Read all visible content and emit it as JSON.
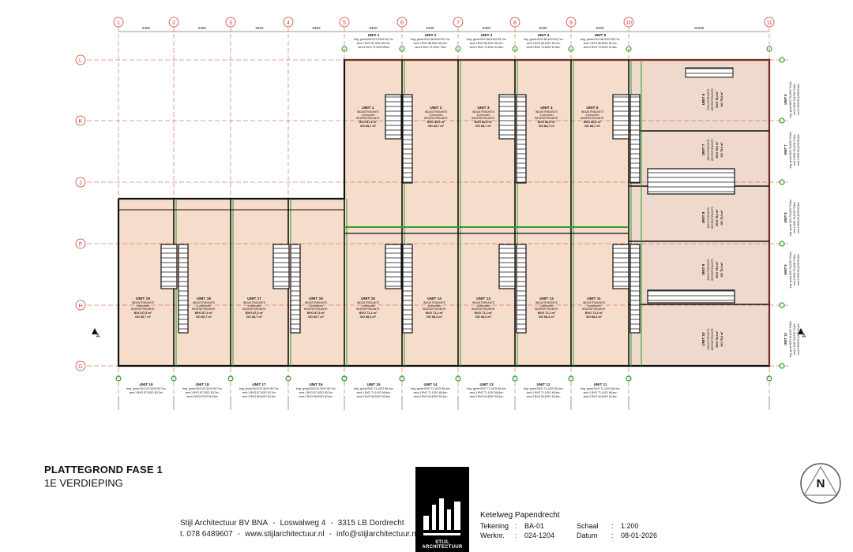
{
  "grid": {
    "columns": [
      "1",
      "2",
      "3",
      "4",
      "5",
      "6",
      "7",
      "8",
      "9",
      "10",
      "11"
    ],
    "rows": [
      "L",
      "K",
      "J",
      "F",
      "H",
      "G"
    ],
    "spacings": [
      "5400",
      "5400",
      "5400",
      "5400",
      "5400",
      "5400",
      "5400",
      "5400",
      "5400",
      "15400"
    ],
    "section_marker": "A"
  },
  "top_units": [
    {
      "name": "UNIT 1",
      "l1": "beg. grond BVO 87,3/GO 83,7m²",
      "l2": "verd.1 BVO 87,3/GO 83,7m²",
      "l3": "verd.2 BVO 72,2/GO 69m²"
    },
    {
      "name": "UNIT 2",
      "l1": "beg. grond BVO 86,9/GO 83,7m²",
      "l2": "verd.1 BVO 86,9/GO 83,7m²",
      "l3": "verd.2 BVO 72,2/GO 70m²"
    },
    {
      "name": "UNIT 3",
      "l1": "beg. grond BVO 86,9/GO 83,7m²",
      "l2": "verd.1 BVO 86,9/GO 83,7m²",
      "l3": "verd.2 BVO 70,5/GO 67,8m²"
    },
    {
      "name": "UNIT 4",
      "l1": "beg. grond BVO 86,9/GO 83,7m²",
      "l2": "verd.1 BVO 86,9/GO 83,7m²",
      "l3": "verd.2 BVO 70,5/GO 67,8m²"
    },
    {
      "name": "UNIT 5",
      "l1": "beg. grond BVO 86,9/GO 83,7m²",
      "l2": "verd.1 BVO 86,9/GO 83,7m²",
      "l3": "verd.2 BVO 70,5/GO 67,8m²"
    }
  ],
  "bottom_units": [
    {
      "name": "UNIT 19",
      "l1": "beg. grond BVO 87,3/GO 83,7m²",
      "l2": "verd.1 BVO 87,3/GO 83,7m²",
      "l3": ""
    },
    {
      "name": "UNIT 18",
      "l1": "beg. grond BVO 87,3/GO 83,7m²",
      "l2": "verd.1 BVO 87,3/GO 83,7m²",
      "l3": "verd.2 BVO 57/GO 54,9m²"
    },
    {
      "name": "UNIT 17",
      "l1": "beg. grond BVO 87,3/GO 83,7m²",
      "l2": "verd.1 BVO 87,3/GO 83,7m²",
      "l3": "verd.2 BVO 56,9/GO 52,4m²"
    },
    {
      "name": "UNIT 16",
      "l1": "beg. grond BVO 87,3/GO 83,7m²",
      "l2": "verd.1 BVO 87,3/GO 83,7m²",
      "l3": "verd.2 BVO 56,9/GO 52,4m²"
    },
    {
      "name": "UNIT 15",
      "l1": "beg. grond BVO 71,1/GO 68,4m²",
      "l2": "verd.1 BVO 71,1/GO 68,4m²",
      "l3": "verd.2 BVO 56,9/GO 52,4m²"
    },
    {
      "name": "UNIT 14",
      "l1": "beg. grond BVO 71,1/GO 68,4m²",
      "l2": "verd.1 BVO 71,1/GO 68,4m²",
      "l3": "verd.2 BVO 54,8/GO 52,4m²"
    },
    {
      "name": "UNIT 13",
      "l1": "beg. grond BVO 71,1/GO 68,4m²",
      "l2": "verd.1 BVO 71,1/GO 68,4m²",
      "l3": "verd.2 BVO 54,8/GO 52,4m²"
    },
    {
      "name": "UNIT 12",
      "l1": "beg. grond BVO 71,1/GO 68,4m²",
      "l2": "verd.1 BVO 71,1/GO 68,4m²",
      "l3": "verd.2 BVO 54,8/GO 52,4m²"
    },
    {
      "name": "UNIT 11",
      "l1": "beg. grond BVO 71,1/GO 68,4m²",
      "l2": "verd.1 BVO 71,1/GO 68,4m²",
      "l3": "verd.2 BVO 54,8/GO 52,4m²"
    }
  ],
  "upper_rooms": [
    {
      "name": "UNIT 1",
      "l1": "INDUSTRIEUNITE",
      "l2": "3 personen",
      "l3": "BEDRIJFSRUIMTE",
      "l4": "BVO 87,3 m²",
      "l5": "GO 83,7 m²"
    },
    {
      "name": "UNIT 2",
      "l1": "INDUSTRIEUNITE",
      "l2": "4 personen",
      "l3": "BEDRIJFSRUIMTE",
      "l4": "BVO 86,9 m²",
      "l5": "GO 83,7 m²"
    },
    {
      "name": "UNIT 3",
      "l1": "INDUSTRIEUNITE",
      "l2": "3 personen",
      "l3": "BEDRIJFSRUIMTE",
      "l4": "BVO 86,9 m²",
      "l5": "GO 83,7 m²"
    },
    {
      "name": "UNIT 4",
      "l1": "INDUSTRIEUNITE",
      "l2": "4 personen",
      "l3": "BEDRIJFSRUIMTE",
      "l4": "BVO 86,9 m²",
      "l5": "GO 83,7 m²"
    },
    {
      "name": "UNIT 5",
      "l1": "INDUSTRIEUNITE",
      "l2": "3 personen",
      "l3": "BEDRIJFSRUIMTE",
      "l4": "BVO 86,9 m²",
      "l5": "GO 83,7 m²"
    }
  ],
  "lower_rooms": [
    {
      "name": "UNIT 19",
      "l1": "INDUSTRIEUNITE",
      "l2": "4 personen",
      "l3": "BEDRIJFSRUIMTE",
      "l4": "BVO 87,3 m²",
      "l5": "GO 83,7 m²"
    },
    {
      "name": "UNIT 18",
      "l1": "INDUSTRIEUNITE",
      "l2": "4 personen",
      "l3": "BEDRIJFSRUIMTE",
      "l4": "BVO 87,3 m²",
      "l5": "GO 83,7 m²"
    },
    {
      "name": "UNIT 17",
      "l1": "INDUSTRIEUNITE",
      "l2": "4 personen",
      "l3": "BEDRIJFSRUIMTE",
      "l4": "BVO 87,3 m²",
      "l5": "GO 83,7 m²"
    },
    {
      "name": "UNIT 16",
      "l1": "INDUSTRIEUNITE",
      "l2": "4 personen",
      "l3": "BEDRIJFSRUIMTE",
      "l4": "BVO 87,3 m²",
      "l5": "GO 83,7 m²"
    },
    {
      "name": "UNIT 15",
      "l1": "INDUSTRIEUNITE",
      "l2": "4 personen",
      "l3": "BEDRIJFSRUIMTE",
      "l4": "BVO 71,1 m²",
      "l5": "GO 68,4 m²"
    },
    {
      "name": "UNIT 14",
      "l1": "INDUSTRIEUNITE",
      "l2": "4 personen",
      "l3": "BEDRIJFSRUIMTE",
      "l4": "BVO 71,1 m²",
      "l5": "GO 68,4 m²"
    },
    {
      "name": "UNIT 13",
      "l1": "INDUSTRIEUNITE",
      "l2": "3 personen",
      "l3": "BEDRIJFSRUIMTE",
      "l4": "BVO 71,1 m²",
      "l5": "GO 68,4 m²"
    },
    {
      "name": "UNIT 12",
      "l1": "INDUSTRIEUNITE",
      "l2": "3 personen",
      "l3": "BEDRIJFSRUIMTE",
      "l4": "BVO 71,1 m²",
      "l5": "GO 68,4 m²"
    },
    {
      "name": "UNIT 11",
      "l1": "INDUSTRIEUNITE",
      "l2": "3 personen",
      "l3": "BEDRIJFSRUIMTE",
      "l4": "BVO 71,1 m²",
      "l5": "GO 68,4 m²"
    }
  ],
  "east_rooms": [
    {
      "name": "UNIT 6",
      "l1": "INDUSTRIEUNITE",
      "l2": "BEDRIJFSRUIMTE",
      "l3": "BVO 78,2 m²",
      "l4": "GO 75,6 m²"
    },
    {
      "name": "UNIT 7",
      "l1": "INDUSTRIEUNITE",
      "l2": "BEDRIJFSRUIMTE",
      "l3": "BVO 78,2 m²",
      "l4": "GO 75,6 m²"
    },
    {
      "name": "UNIT 8",
      "l1": "INDUSTRIEUNITE",
      "l2": "BEDRIJFSRUIMTE",
      "l3": "BVO 78,2 m²",
      "l4": "GO 75,6 m²"
    },
    {
      "name": "UNIT 9",
      "l1": "INDUSTRIEUNITE",
      "l2": "BEDRIJFSRUIMTE",
      "l3": "BVO 78,2 m²",
      "l4": "GO 75,6 m²"
    },
    {
      "name": "UNIT 10",
      "l1": "INDUSTRIEUNITE",
      "l2": "BEDRIJFSRUIMTE",
      "l3": "BVO 78,2 m²",
      "l4": "GO 75,6 m²"
    }
  ],
  "east_units": [
    {
      "name": "UNIT 6",
      "l1": "beg. grond BVO 78,2/GO 75,6m²",
      "l2": "verd.1 BVO 78,2/GO 75,6m²",
      "l3": "verd.2 BVO 65,1/GO 62,6m²"
    },
    {
      "name": "UNIT 7",
      "l1": "beg. grond BVO 78,2/GO 75,6m²",
      "l2": "verd.1 BVO 78,2/GO 75,6m²",
      "l3": "verd.2 BVO 65,1/GO 62,6m²"
    },
    {
      "name": "UNIT 8",
      "l1": "beg. grond BVO 78,2/GO 75,6m²",
      "l2": "verd.1 BVO 78,2/GO 75,6m²",
      "l3": "verd.2 BVO 65,1/GO 62,6m²"
    },
    {
      "name": "UNIT 9",
      "l1": "beg. grond BVO 78,2/GO 75,6m²",
      "l2": "verd.1 BVO 78,2/GO 75,6m²",
      "l3": "verd.2 BVO 65,1/GO 62,6m²"
    },
    {
      "name": "UNIT 10",
      "l1": "beg. grond BVO 78,2/GO 75,6m²",
      "l2": "verd.1 BVO 78,2/GO 75,6m²",
      "l3": "verd.2 BVO 65,1/GO 62,6m²"
    }
  ],
  "title": {
    "main": "PLATTEGROND FASE 1",
    "sub": "1E VERDIEPING"
  },
  "office": {
    "name": "Stijl Architectuur BV BNA",
    "address": "Loswalweg 4",
    "zip": "3315 LB Dordrecht",
    "phone": "t. 078 6489607",
    "web": "www.stijlarchitectuur.nl",
    "email": "info@stijlarchitectuur.nl"
  },
  "logo": {
    "text": "STIJL ARCHITECTUUR"
  },
  "project": {
    "name": "Ketelweg Papendrecht",
    "tekening_label": "Tekening",
    "tekening": "BA-01",
    "werknr_label": "Werknr.",
    "werknr": "024-1204",
    "schaal_label": "Schaal",
    "schaal": "1:200",
    "datum_label": "Datum",
    "datum": "08-01-2026"
  },
  "north": {
    "label": "N"
  },
  "colors": {
    "floor": "#f6dccb",
    "wall": "#111111",
    "accent_green": "#2aa02a",
    "grid_red": "#d33a2a",
    "roof_red": "#c0392b"
  }
}
